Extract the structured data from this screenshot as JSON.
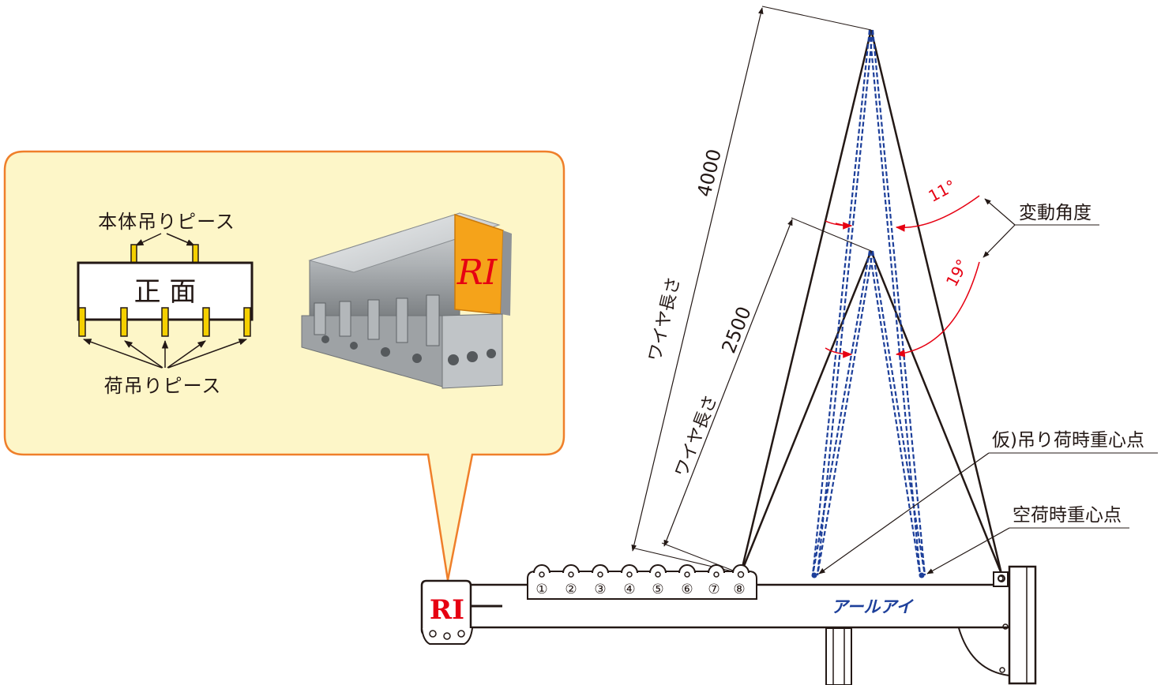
{
  "inset": {
    "body_lift_piece_label": "本体吊りピース",
    "front_label": "正 面",
    "load_lift_piece_label": "荷吊りピース",
    "logo_on_photo": "RI"
  },
  "dimensions": {
    "long_wire_length_mm": "4000",
    "short_wire_length_mm": "2500",
    "wire_length_label": "ワイヤ長さ"
  },
  "angles": {
    "upper_angle": "11°",
    "lower_angle": "19°",
    "variation_angle_label": "変動角度"
  },
  "callouts": {
    "temp_load_cog": "仮)吊り荷時重心点",
    "empty_cog": "空荷時重心点"
  },
  "beam": {
    "brand_text": "アールアイ",
    "logo_text": "RI",
    "hole_numbers": [
      "①",
      "②",
      "③",
      "④",
      "⑤",
      "⑥",
      "⑦",
      "⑧"
    ]
  },
  "colors": {
    "callout_fill": "#fdf6c8",
    "callout_border": "#ef7f2a",
    "dimension_red": "#e60012",
    "wire_blue": "#1d3f9a",
    "lift_piece_yellow": "#f5d000",
    "plate_orange": "#f5a31a"
  }
}
